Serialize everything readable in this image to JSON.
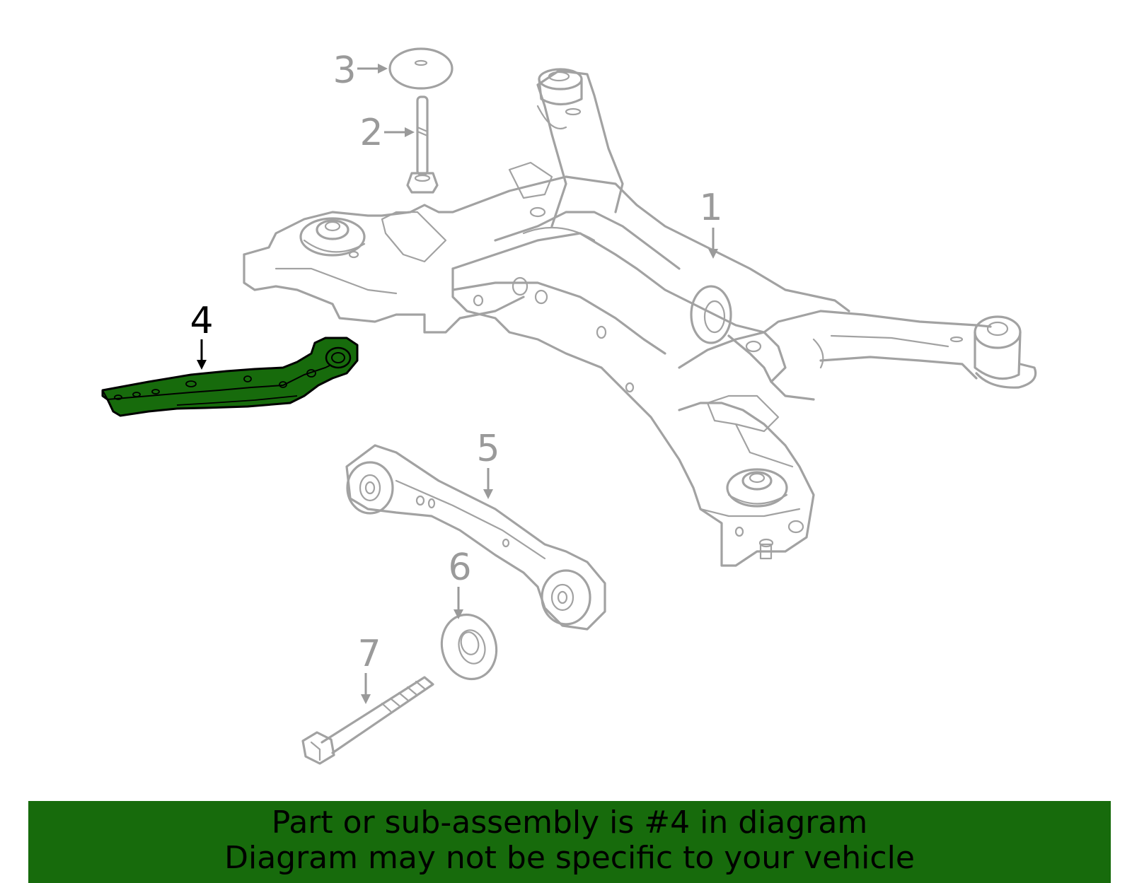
{
  "callouts": [
    "1",
    "2",
    "3",
    "4",
    "5",
    "6",
    "7"
  ],
  "highlighted_part": "4",
  "colors": {
    "highlight": "#176b0c",
    "line_art": "#a2a2a2",
    "label_gray": "#9a9a9a"
  },
  "banner": {
    "line1": "Part or sub-assembly is #4 in diagram",
    "line2": "Diagram may not be specific to your vehicle"
  }
}
